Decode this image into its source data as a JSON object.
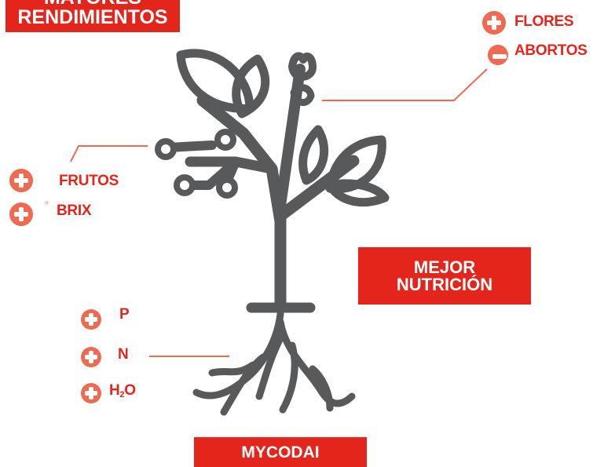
{
  "top_box": {
    "line1": "MAYORES",
    "line2": "RENDIMIENTOS"
  },
  "right_top": {
    "flores": "FLORES",
    "abortos": "ABORTOS"
  },
  "left": {
    "frutos": "FRUTOS",
    "brix_marker": "º",
    "brix": "BRIX"
  },
  "middle_box": {
    "line1": "MEJOR",
    "line2": "NUTRICIÓN"
  },
  "nutrients": {
    "p": "P",
    "n": "N",
    "h2o_h": "H",
    "h2o_sub": "2",
    "h2o_o": "O"
  },
  "bottom_box": {
    "label": "MYCODAI"
  },
  "colors": {
    "accent": "#e3251b",
    "sign": "#ee6a50",
    "plant": "#58595b",
    "leader": "#ee6a50"
  },
  "icons": {
    "plus": "plus-circle-icon",
    "minus": "minus-circle-icon",
    "plant": "plant-icon"
  }
}
